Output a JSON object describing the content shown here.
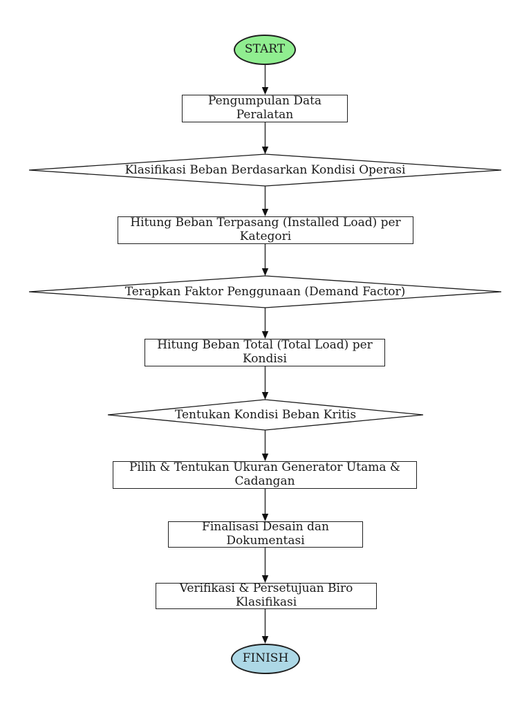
{
  "diagram": {
    "type": "flowchart",
    "background_color": "#ffffff",
    "line_color": "#3a3a3a",
    "shape_stroke_color": "#1a1a1a",
    "start_fill_color": "#90ee90",
    "finish_fill_color": "#add8e6",
    "process_fill_color": "#ffffff",
    "nodes": [
      {
        "id": "start",
        "type": "terminator",
        "label": "START"
      },
      {
        "id": "pengumpulan-data",
        "type": "process",
        "label": "Pengumpulan Data Peralatan"
      },
      {
        "id": "klasifikasi-beban",
        "type": "decision",
        "label": "Klasifikasi Beban Berdasarkan Kondisi Operasi"
      },
      {
        "id": "hitung-beban-terpasang",
        "type": "process",
        "label": "Hitung Beban Terpasang (Installed Load) per Kategori"
      },
      {
        "id": "terapkan-faktor",
        "type": "decision",
        "label": "Terapkan Faktor Penggunaan (Demand Factor)"
      },
      {
        "id": "hitung-beban-total",
        "type": "process",
        "label": "Hitung Beban Total (Total Load) per Kondisi"
      },
      {
        "id": "tentukan-kondisi-kritis",
        "type": "decision",
        "label": "Tentukan Kondisi Beban Kritis"
      },
      {
        "id": "pilih-generator",
        "type": "process",
        "label": "Pilih & Tentukan Ukuran Generator Utama & Cadangan"
      },
      {
        "id": "finalisasi-desain",
        "type": "process",
        "label": "Finalisasi Desain dan Dokumentasi"
      },
      {
        "id": "verifikasi-biro",
        "type": "process",
        "label": "Verifikasi & Persetujuan Biro Klasifikasi"
      },
      {
        "id": "finish",
        "type": "terminator",
        "label": "FINISH"
      }
    ],
    "edges": [
      {
        "from": "start",
        "to": "pengumpulan-data"
      },
      {
        "from": "pengumpulan-data",
        "to": "klasifikasi-beban"
      },
      {
        "from": "klasifikasi-beban",
        "to": "hitung-beban-terpasang"
      },
      {
        "from": "hitung-beban-terpasang",
        "to": "terapkan-faktor"
      },
      {
        "from": "terapkan-faktor",
        "to": "hitung-beban-total"
      },
      {
        "from": "hitung-beban-total",
        "to": "tentukan-kondisi-kritis"
      },
      {
        "from": "tentukan-kondisi-kritis",
        "to": "pilih-generator"
      },
      {
        "from": "pilih-generator",
        "to": "finalisasi-desain"
      },
      {
        "from": "finalisasi-desain",
        "to": "verifikasi-biro"
      },
      {
        "from": "verifikasi-biro",
        "to": "finish"
      }
    ]
  }
}
